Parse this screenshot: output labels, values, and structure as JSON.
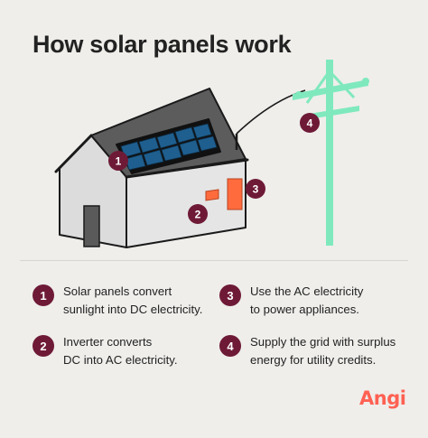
{
  "title": "How solar panels work",
  "diagram_badges": [
    "1",
    "2",
    "3",
    "4"
  ],
  "steps": [
    {
      "number": "1",
      "line1": "Solar panels convert",
      "line2": "sunlight into DC electricity."
    },
    {
      "number": "2",
      "line1": "Inverter converts",
      "line2": "DC into AC electricity."
    },
    {
      "number": "3",
      "line1": "Use the AC electricity",
      "line2": "to power appliances."
    },
    {
      "number": "4",
      "line1": "Supply the grid with surplus",
      "line2": "energy for utility credits."
    }
  ],
  "logo": "Angi",
  "colors": {
    "background": "#efeeeb",
    "badge": "#6e1a37",
    "pole": "#7fe9bd",
    "panel": "#1f5f8f",
    "inverter": "#ff6b3d",
    "logo": "#ff6153"
  }
}
